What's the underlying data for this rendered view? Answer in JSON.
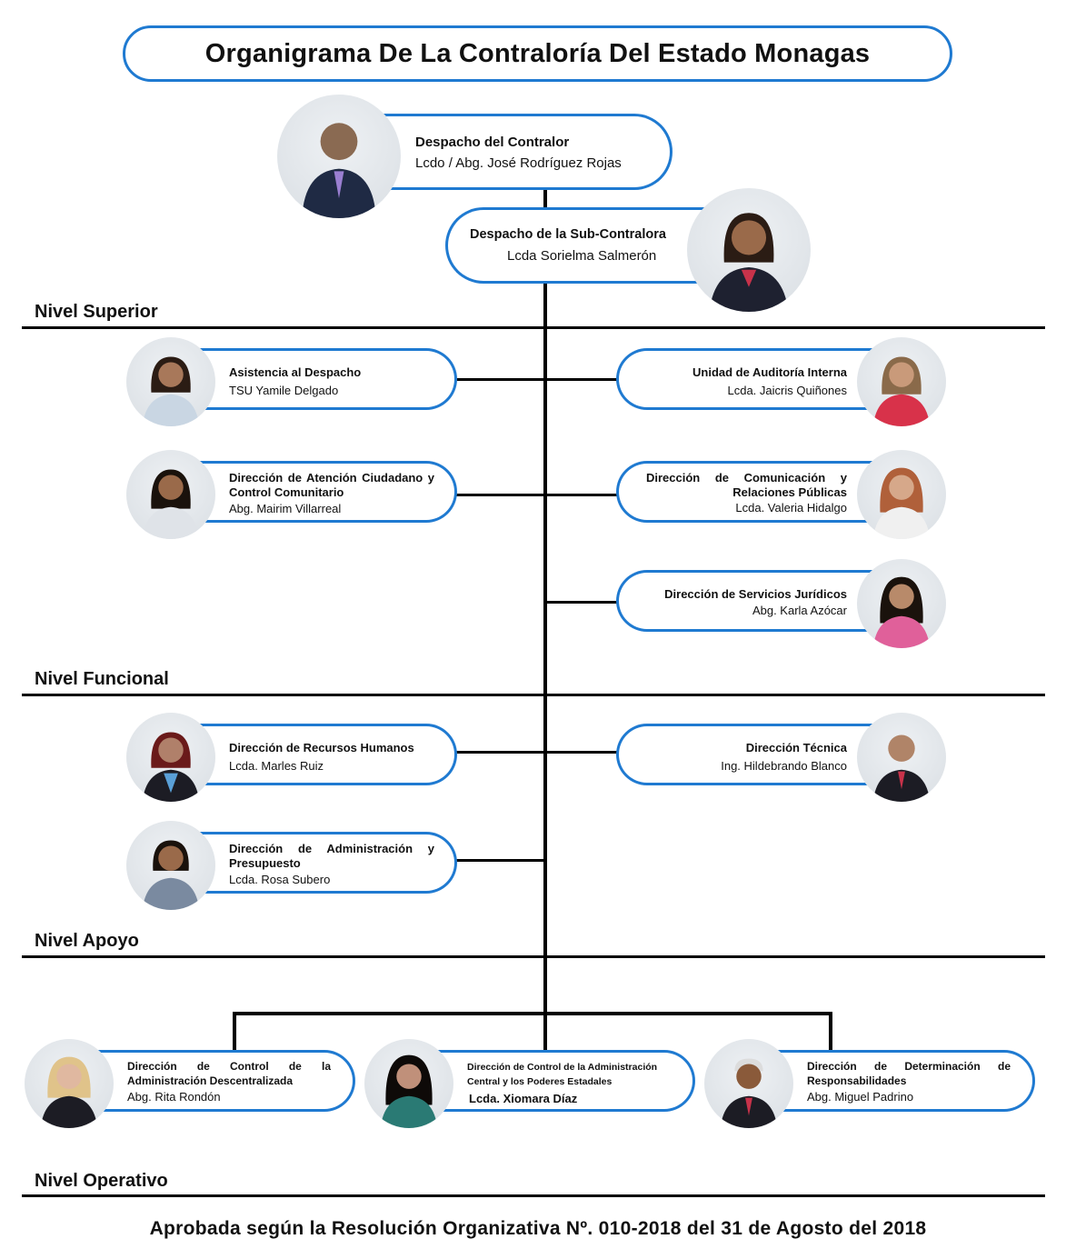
{
  "title": "Organigrama De La Contraloría Del Estado Monagas",
  "levels": {
    "superior": "Nivel Superior",
    "funcional": "Nivel Funcional",
    "apoyo": "Nivel Apoyo",
    "operativo": "Nivel Operativo"
  },
  "contralor": {
    "title": "Despacho del Contralor",
    "name": "Lcdo / Abg. José Rodríguez Rojas"
  },
  "subcontralora": {
    "title": "Despacho de la Sub-Contralora",
    "name": "Lcda Sorielma Salmerón"
  },
  "units": {
    "asistencia": {
      "title": "Asistencia al Despacho",
      "name": "TSU Yamile Delgado"
    },
    "auditoria": {
      "title": "Unidad de Auditoría Interna",
      "name": "Lcda. Jaicris Quiñones"
    },
    "atencion": {
      "title": "Dirección de Atención Ciudadano y Control Comunitario",
      "name": "Abg. Mairim Villarreal"
    },
    "comunicacion": {
      "title": "Dirección de Comunicación y Relaciones Públicas",
      "name": "Lcda. Valeria Hidalgo"
    },
    "juridicos": {
      "title": "Dirección de Servicios Jurídicos",
      "name": "Abg. Karla Azócar"
    },
    "rrhh": {
      "title": "Dirección de Recursos Humanos",
      "name": "Lcda. Marles Ruiz"
    },
    "tecnica": {
      "title": "Dirección Técnica",
      "name": "Ing. Hildebrando Blanco"
    },
    "administracion": {
      "title": "Dirección de Administración y Presupuesto",
      "name": "Lcda. Rosa Subero"
    },
    "descentralizada": {
      "title": "Dirección de Control de la Administración Descentralizada",
      "name": "Abg. Rita Rondón"
    },
    "central": {
      "title": "Dirección de Control de la Administración Central y los Poderes Estadales",
      "name": "Lcda. Xiomara Díaz"
    },
    "responsabilidades": {
      "title": "Dirección de Determinación de Responsabilidades",
      "name": "Abg. Miguel Padrino"
    }
  },
  "footer": "Aprobada según la Resolución Organizativa Nº. 010-2018 del 31 de Agosto del 2018",
  "colors": {
    "accent": "#1f7ad1",
    "lines": "#000000"
  },
  "icons": [
    "person-photo-icon"
  ]
}
